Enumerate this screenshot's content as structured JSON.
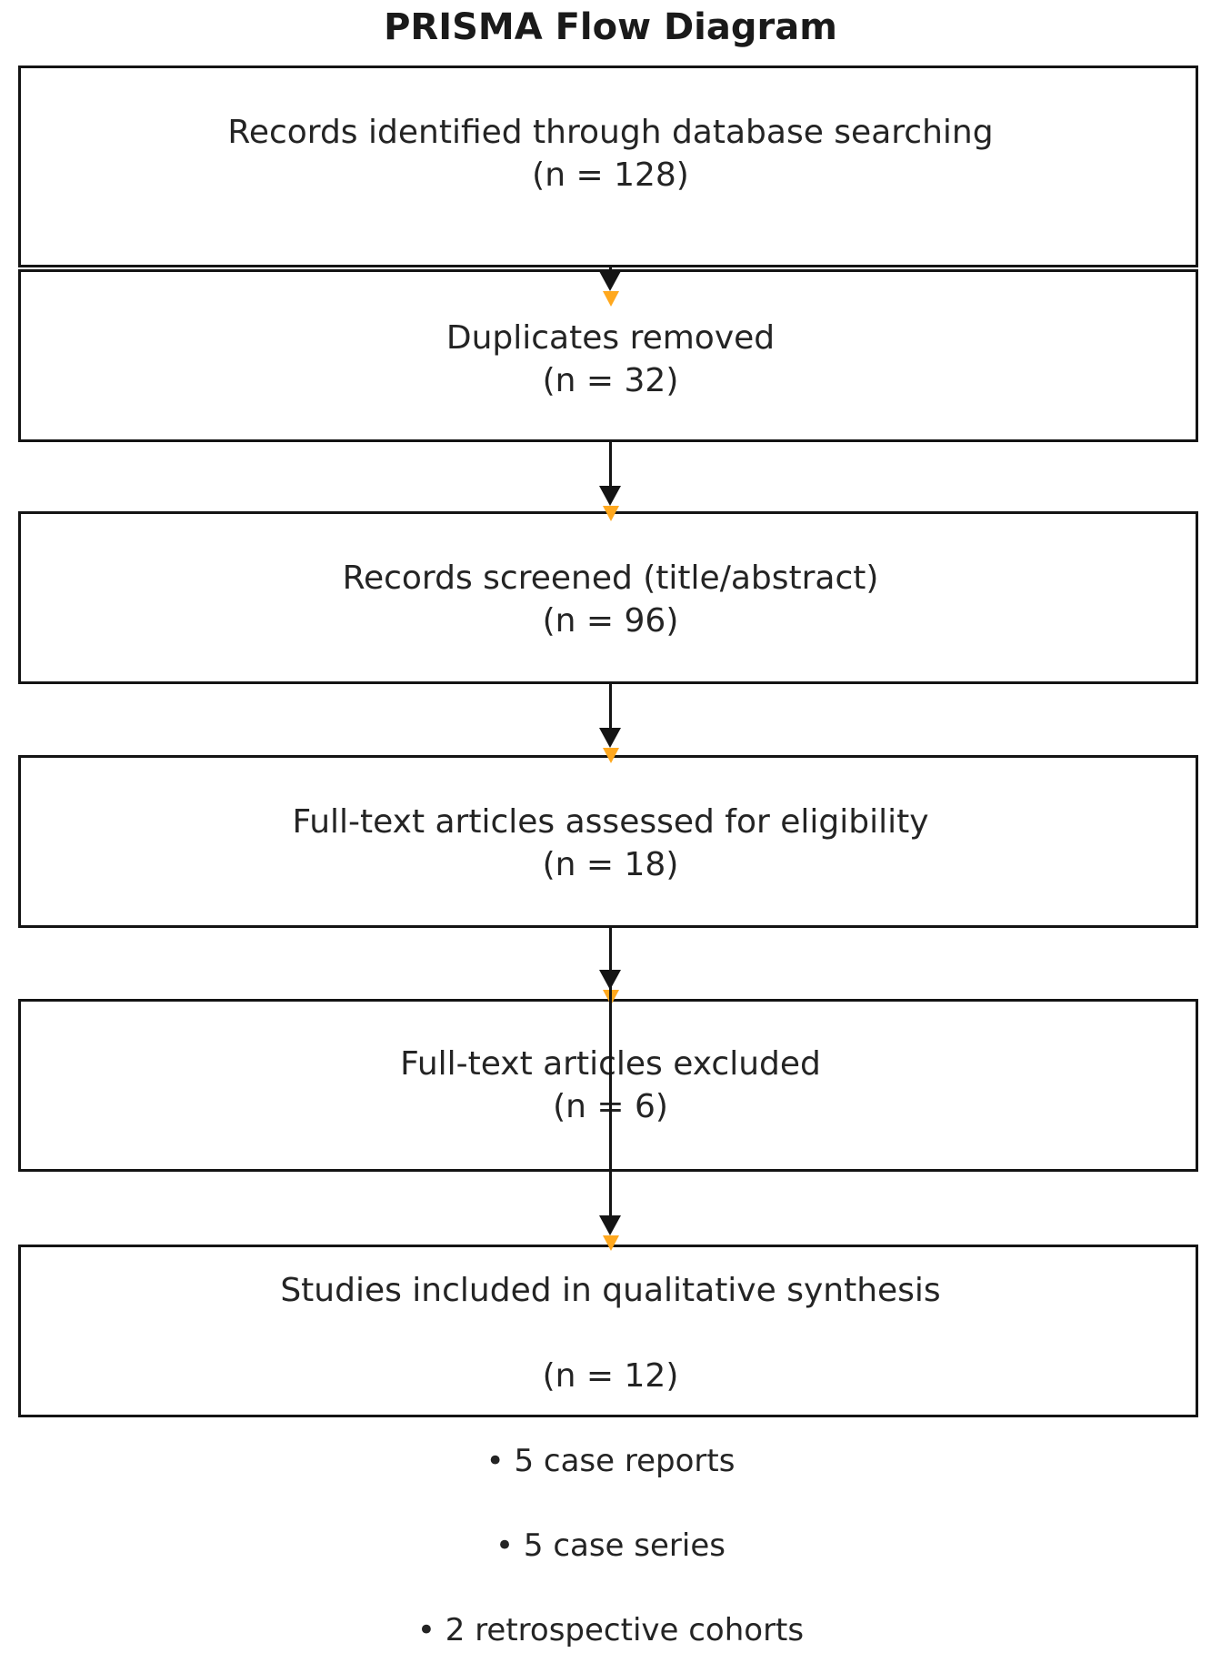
{
  "title": "PRISMA Flow Diagram",
  "colors": {
    "box_border": "#141414",
    "box_fill": "#ffffff",
    "text": "#242424",
    "title_text": "#1a1a1a",
    "arrow_line": "#141414",
    "arrow_head_fill": "#FFA81E",
    "arrow_head_stroke": "#141414"
  },
  "chart_data": {
    "type": "diagram",
    "title": "PRISMA Flow Diagram",
    "nodes": [
      {
        "id": "identified",
        "label": "Records identified through database searching",
        "count_label": "(n = 128)",
        "n": 128
      },
      {
        "id": "duplicates",
        "label": "Duplicates removed",
        "count_label": "(n = 32)",
        "n": 32
      },
      {
        "id": "screened",
        "label": "Records screened (title/abstract)",
        "count_label": "(n = 96)",
        "n": 96
      },
      {
        "id": "fulltext_assessed",
        "label": "Full-text articles assessed for eligibility",
        "count_label": "(n = 18)",
        "n": 18
      },
      {
        "id": "fulltext_excluded",
        "label": "Full-text articles excluded",
        "count_label": "(n = 6)",
        "n": 6
      },
      {
        "id": "included",
        "label": "Studies included in qualitative synthesis",
        "count_label": "(n = 12)",
        "n": 12,
        "bullets": [
          "• 5 case reports",
          "• 5 case series",
          "• 2 retrospective cohorts"
        ]
      }
    ],
    "edges": [
      {
        "from": "identified",
        "to": "duplicates"
      },
      {
        "from": "duplicates",
        "to": "screened"
      },
      {
        "from": "screened",
        "to": "fulltext_assessed"
      },
      {
        "from": "fulltext_assessed",
        "to": "fulltext_excluded"
      },
      {
        "from": "fulltext_assessed",
        "to": "included"
      }
    ]
  },
  "boxes": [
    {
      "name": "records-identified",
      "line1": "Records identified through database searching",
      "line2": "(n = 128)",
      "text": "Records identified through database searching\n(n = 128)"
    },
    {
      "name": "duplicates-removed",
      "line1": "Duplicates removed",
      "line2": "(n = 32)",
      "text": "Duplicates removed\n(n = 32)"
    },
    {
      "name": "records-screened",
      "line1": "Records screened (title/abstract)",
      "line2": "(n = 96)",
      "text": "Records screened (title/abstract)\n(n = 96)"
    },
    {
      "name": "fulltext-assessed",
      "line1": "Full-text articles assessed for eligibility",
      "line2": "(n = 18)",
      "text": "Full-text articles assessed for eligibility\n(n = 18)"
    },
    {
      "name": "fulltext-excluded",
      "line1": "Full-text articles excluded",
      "line2": "(n = 6)",
      "text": "Full-text articles excluded\n(n = 6)"
    },
    {
      "name": "studies-included",
      "line1": "Studies included in qualitative synthesis",
      "line2": "(n = 12)",
      "bullet1": "• 5 case reports",
      "bullet2": "• 5 case series",
      "bullet3": "• 2 retrospective cohorts",
      "text": "Studies included in qualitative synthesis\n(n = 12)"
    }
  ]
}
